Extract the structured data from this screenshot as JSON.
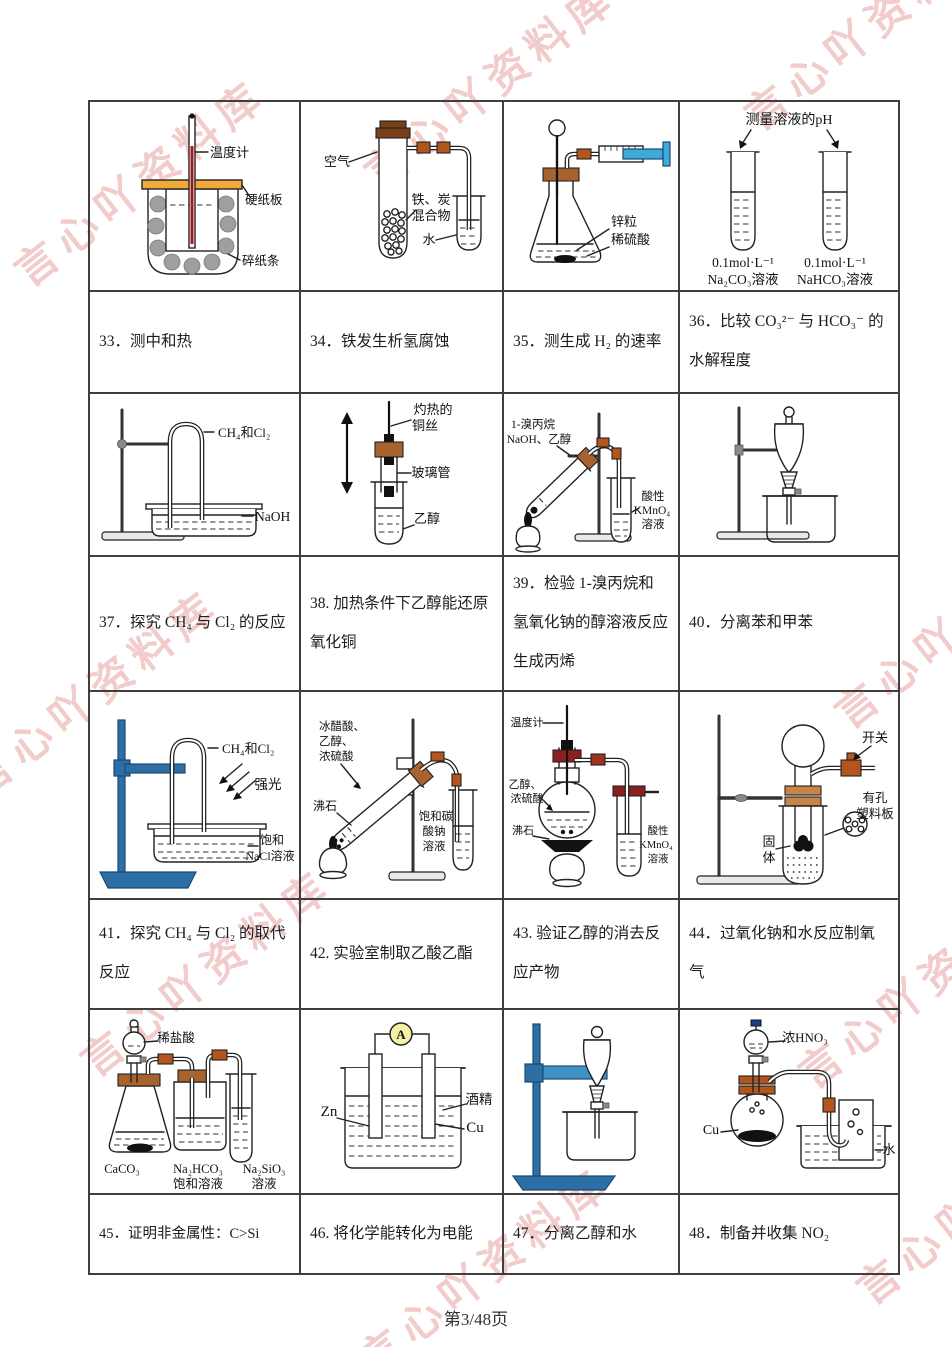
{
  "page": {
    "footer": "第3/48页"
  },
  "watermark": {
    "text": "言心吖资料库",
    "color": "#e08282"
  },
  "captions": {
    "c33": "33．测中和热",
    "c34": "34．铁发生析氢腐蚀",
    "c35": "35．测生成 H₂ 的速率",
    "c36": "36．比较 CO₃²⁻ 与 HCO₃⁻ 的水解程度",
    "c37": "37．探究 CH₄ 与 Cl₂ 的反应",
    "c38": "38. 加热条件下乙醇能还原氧化铜",
    "c39": "39．检验 1-溴丙烷和氢氧化钠的醇溶液反应生成丙烯",
    "c40": "40．分离苯和甲苯",
    "c41": "41．探究 CH₄ 与 Cl₂ 的取代反应",
    "c42": "42. 实验室制取乙酸乙酯",
    "c43": "43. 验证乙醇的消去反应产物",
    "c44": "44．过氧化钠和水反应制氧气",
    "c45": "45．证明非金属性：C>Si",
    "c46": "46. 将化学能转化为电能",
    "c47": "47．分离乙醇和水",
    "c48": "48．制备并收集 NO₂"
  },
  "diagrams": {
    "d33": {
      "thermometer": "温度计",
      "cardboard": "硬纸板",
      "shredded_paper": "碎纸条"
    },
    "d34": {
      "air": "空气",
      "mixture_line1": "铁、炭",
      "mixture_line2": "混合物",
      "water": "水"
    },
    "d35": {
      "zinc": "锌粒",
      "acid": "稀硫酸"
    },
    "d36": {
      "title": "测量溶液的pH",
      "left_conc": "0.1mol·L⁻¹",
      "left_solution": "Na₂CO₃溶液",
      "right_conc": "0.1mol·L⁻¹",
      "right_solution": "NaHCO₃溶液"
    },
    "d37": {
      "gas": "CH₄和Cl₂",
      "naoh": "NaOH"
    },
    "d38": {
      "wire_line1": "灼热的",
      "wire_line2": "铜丝",
      "glass_tube": "玻璃管",
      "ethanol": "乙醇"
    },
    "d39": {
      "reagent_line1": "1-溴丙烷",
      "reagent_line2": "NaOH、乙醇",
      "kmno4_line1": "酸性",
      "kmno4_line2": "KMnO₄",
      "kmno4_line3": "溶液"
    },
    "d41": {
      "gas": "CH₄和Cl₂",
      "light": "强光",
      "nacl_line1": "饱和",
      "nacl_line2": "NaCl溶液"
    },
    "d42": {
      "reagent_line1": "冰醋酸、",
      "reagent_line2": "乙醇、",
      "reagent_line3": "浓硫酸",
      "zeolite": "沸石",
      "receiver_line1": "饱和碳",
      "receiver_line2": "酸钠",
      "receiver_line3": "溶液"
    },
    "d43": {
      "thermometer": "温度计",
      "reagent_line1": "乙醇、",
      "reagent_line2": "浓硫酸",
      "zeolite": "沸石",
      "kmno4_line1": "酸性",
      "kmno4_line2": "KMnO₄",
      "kmno4_line3": "溶液"
    },
    "d44": {
      "switch": "开关",
      "plate_line1": "有孔",
      "plate_line2": "塑料板",
      "solid_line1": "固",
      "solid_line2": "体"
    },
    "d45": {
      "acid": "稀盐酸",
      "caco3": "CaCO₃",
      "bottle_line1": "Na₂HCO₃",
      "bottle_line2": "饱和溶液",
      "tube_line1": "Na₂SiO₃",
      "tube_line2": "溶液"
    },
    "d46": {
      "ammeter": "A",
      "zn": "Zn",
      "alcohol": "酒精",
      "cu": "Cu"
    },
    "d48": {
      "hno3": "浓HNO₃",
      "cu": "Cu",
      "water": "水"
    }
  }
}
